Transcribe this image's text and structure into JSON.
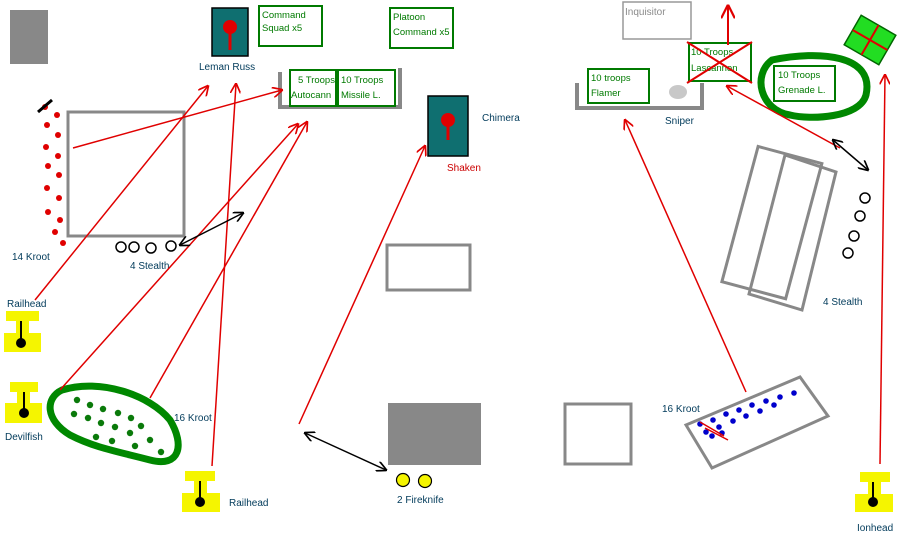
{
  "labels": {
    "leman_russ": "Leman Russ",
    "command_squad_1": "Command",
    "command_squad_2": "Squad x5",
    "platoon_command_1": "Platoon",
    "platoon_command_2": "Command x5",
    "autocann_1": "5 Troops",
    "autocann_2": "Autocann",
    "missile_1": "10 Troops",
    "missile_2": "Missile L.",
    "chimera": "Chimera",
    "shaken": "Shaken",
    "kroot_14": "14 Kroot",
    "stealth_4_left": "4 Stealth",
    "railhead_top": "Railhead",
    "devilfish": "Devilfish",
    "kroot_16_left": "16 Kroot",
    "railhead_bottom": "Railhead",
    "fireknife_2": "2 Fireknife",
    "inquisitor": "Inquisitor",
    "lascannon_1": "10 Troops",
    "lascannon_2": "Lascannon",
    "flamer_1": "10 troops",
    "flamer_2": "Flamer",
    "sniper": "Sniper",
    "grenade_1": "10 Troops",
    "grenade_2": "Grenade L.",
    "stealth_4_right": "4 Stealth",
    "kroot_16_right": "16 Kroot",
    "ionhead": "Ionhead"
  },
  "colors": {
    "tank_teal": "#0f6f70",
    "red": "#e00000",
    "green": "#008800",
    "forest": "#0a7a0a",
    "grey": "#808080",
    "yellow": "#f5f500",
    "blue": "#0000cc",
    "black": "#000000"
  }
}
